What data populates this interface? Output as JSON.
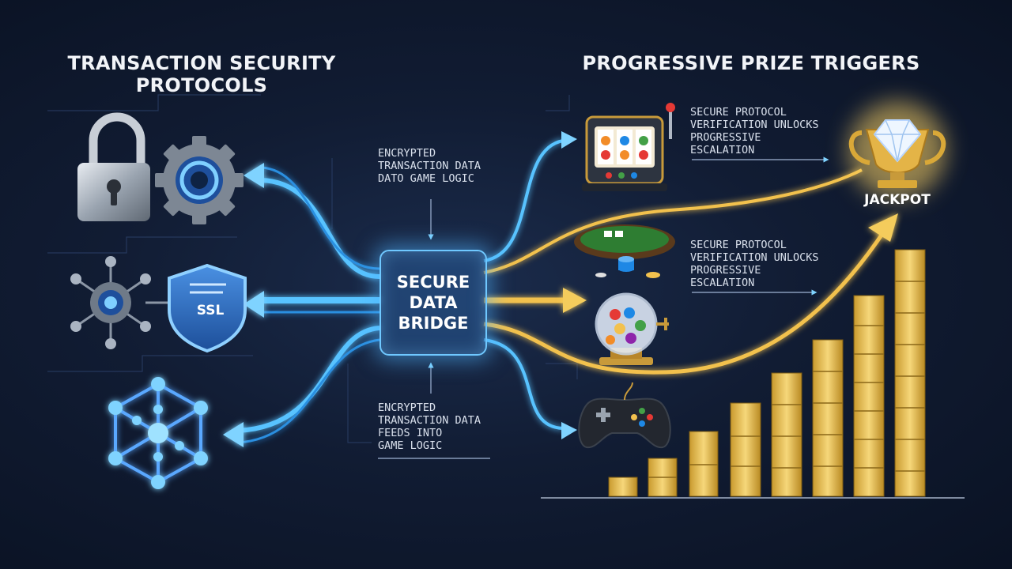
{
  "left_title": [
    "TRANSACTION SECURITY",
    "PROTOCOLS"
  ],
  "right_title": "PROGRESSIVE PRIZE TRIGGERS",
  "bridge": [
    "SECURE",
    "DATA",
    "BRIDGE"
  ],
  "note_top": [
    "ENCRYPTED",
    "TRANSACTION DATA",
    "DATO GAME LOGIC"
  ],
  "note_bottom": [
    "ENCRYPTED",
    "TRANSACTION DATA",
    "FEEDS INTO",
    "GAME LOGIC"
  ],
  "note_right_1": [
    "SECURE PROTOCOL",
    "VERIFICATION UNLOCKS",
    "PROGRESSIVE",
    "ESCALATION"
  ],
  "note_right_2": [
    "SECURE PROTOCOL",
    "VERIFICATION UNLOCKS",
    "PROGRESSIVE",
    "ESCALATION"
  ],
  "ssl_label": "SSL",
  "jackpot_label": "JACKPOT",
  "colors": {
    "security_blue": "#59c3ff",
    "prize_gold": "#f2c14e",
    "background": "#111c33"
  },
  "icons": {
    "security": [
      "padlock-icon",
      "gear-icon",
      "network-gear-icon",
      "ssl-shield-icon",
      "hexagon-network-icon"
    ],
    "games": [
      "slot-machine-icon",
      "poker-table-icon",
      "lottery-ball-icon",
      "gamepad-icon"
    ],
    "prize": "diamond-trophy-icon"
  }
}
